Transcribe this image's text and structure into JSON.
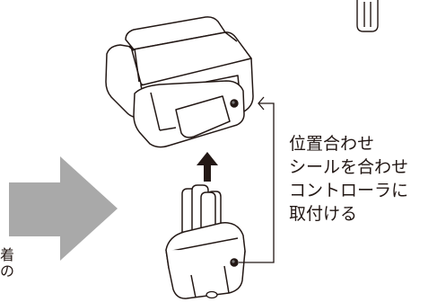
{
  "instructions": {
    "lines": [
      "位置合わせ",
      "シールを合わせ",
      "コントローラに",
      "取付ける"
    ]
  },
  "left_edge_text": {
    "lines": [
      "着",
      "の"
    ]
  },
  "colors": {
    "ink": "#231815",
    "large_arrow": "#a9a9a9",
    "fill": "#ffffff"
  },
  "icons": {
    "large_arrow": "arrow-right-icon",
    "up_arrow": "arrow-up-icon"
  }
}
